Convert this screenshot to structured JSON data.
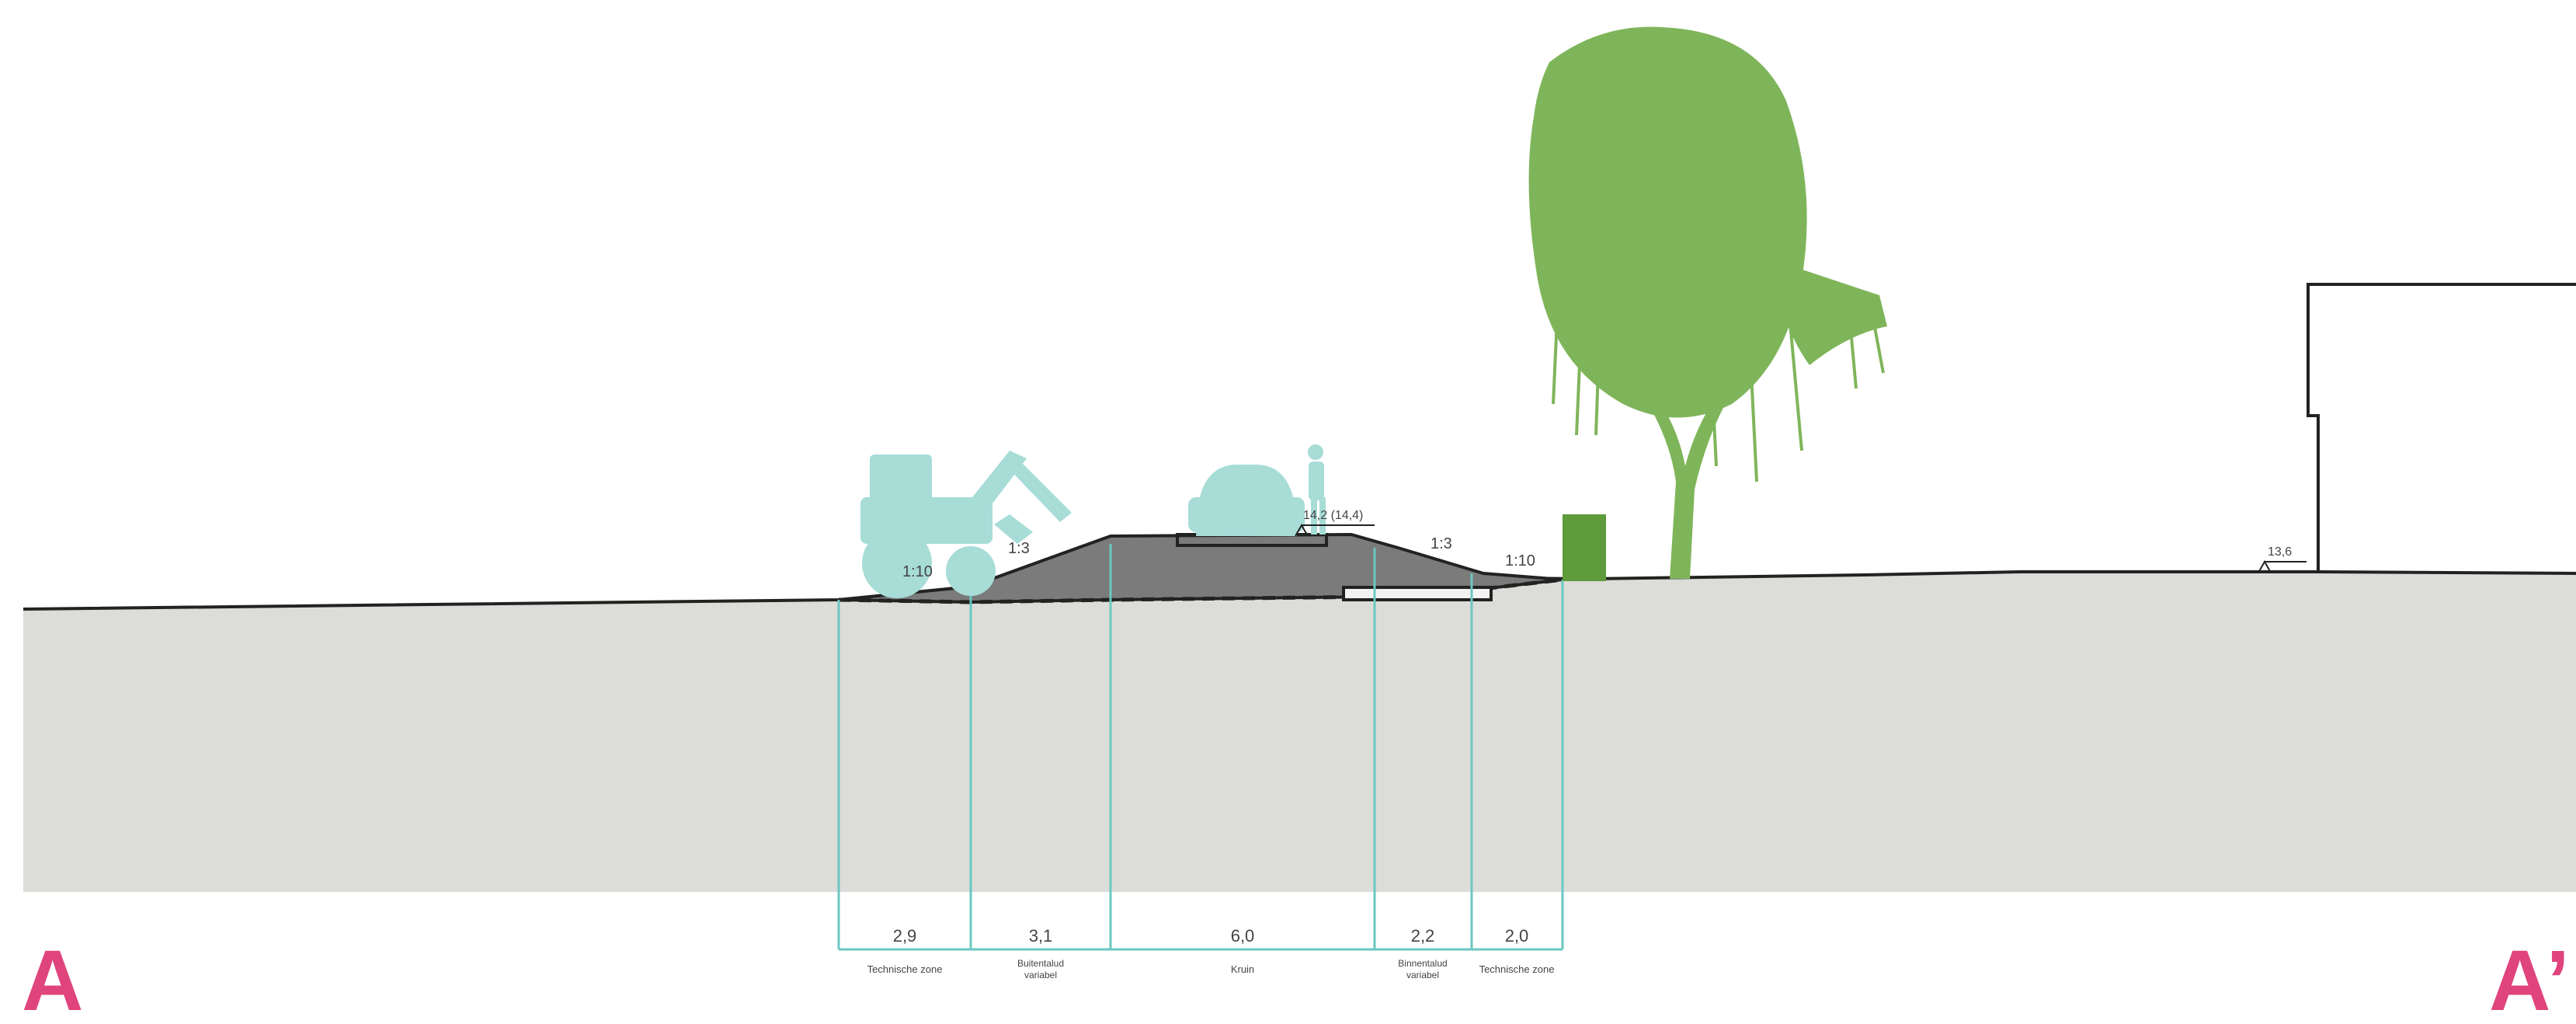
{
  "section_markers": {
    "start": "A",
    "end": "A’"
  },
  "slopes": {
    "outer_low": "1:10",
    "outer": "1:3",
    "inner": "1:3",
    "inner_low": "1:10"
  },
  "levels": {
    "crest": "14,2 (14,4)",
    "polder": "13,6"
  },
  "zones": [
    {
      "width": "2,9",
      "name": "Technische zone"
    },
    {
      "width": "3,1",
      "name": "Buitentalud",
      "sub": "variabel"
    },
    {
      "width": "6,0",
      "name": "Kruin"
    },
    {
      "width": "2,2",
      "name": "Binnentalud",
      "sub": "variabel"
    },
    {
      "width": "2,0",
      "name": "Technische zone"
    }
  ],
  "colors": {
    "ground": "#dcdcd9",
    "dike": "#7b7b7b",
    "zone_lines": "#6ac8c1",
    "silhouettes": "#a7dcd7",
    "tree": "#7fb55a",
    "bin": "#5d9b3b",
    "markers": "#e0447d"
  },
  "icons": [
    "tractor-excavator-icon",
    "car-icon",
    "cyclist-icon",
    "willow-tree-icon",
    "green-bin-icon",
    "house-icon"
  ]
}
